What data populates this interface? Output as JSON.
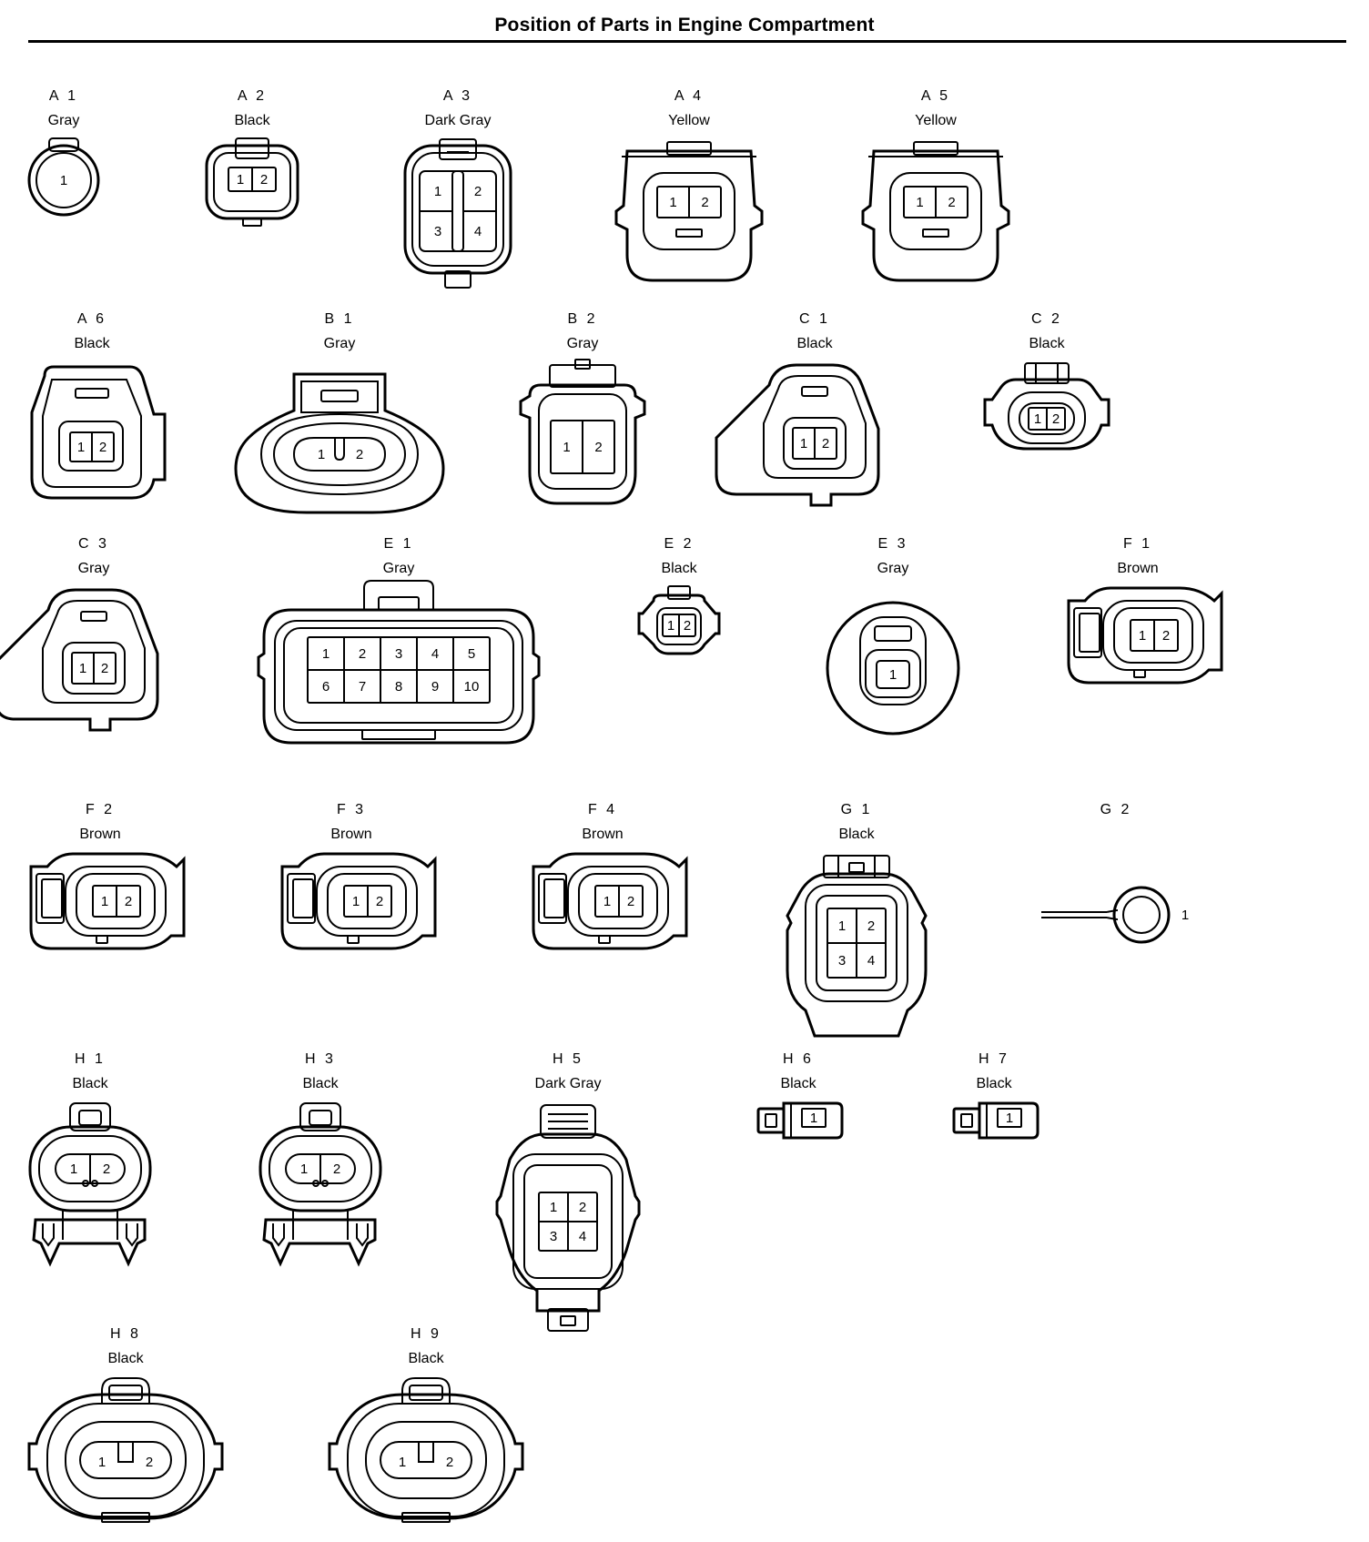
{
  "title": "Position of Parts in Engine Compartment",
  "connectors": [
    {
      "id": "A 1",
      "color": "Gray",
      "pins": [
        "1"
      ]
    },
    {
      "id": "A 2",
      "color": "Black",
      "pins": [
        "1",
        "2"
      ]
    },
    {
      "id": "A 3",
      "color": "Dark Gray",
      "pins": [
        "1",
        "2",
        "3",
        "4"
      ]
    },
    {
      "id": "A 4",
      "color": "Yellow",
      "pins": [
        "1",
        "2"
      ]
    },
    {
      "id": "A 5",
      "color": "Yellow",
      "pins": [
        "1",
        "2"
      ]
    },
    {
      "id": "A 6",
      "color": "Black",
      "pins": [
        "1",
        "2"
      ]
    },
    {
      "id": "B 1",
      "color": "Gray",
      "pins": [
        "1",
        "2"
      ]
    },
    {
      "id": "B 2",
      "color": "Gray",
      "pins": [
        "1",
        "2"
      ]
    },
    {
      "id": "C 1",
      "color": "Black",
      "pins": [
        "1",
        "2"
      ]
    },
    {
      "id": "C 2",
      "color": "Black",
      "pins": [
        "1",
        "2"
      ]
    },
    {
      "id": "C 3",
      "color": "Gray",
      "pins": [
        "1",
        "2"
      ]
    },
    {
      "id": "E 1",
      "color": "Gray",
      "pins": [
        "1",
        "2",
        "3",
        "4",
        "5",
        "6",
        "7",
        "8",
        "9",
        "10"
      ]
    },
    {
      "id": "E 2",
      "color": "Black",
      "pins": [
        "1",
        "2"
      ]
    },
    {
      "id": "E 3",
      "color": "Gray",
      "pins": [
        "1"
      ]
    },
    {
      "id": "F 1",
      "color": "Brown",
      "pins": [
        "1",
        "2"
      ]
    },
    {
      "id": "F 2",
      "color": "Brown",
      "pins": [
        "1",
        "2"
      ]
    },
    {
      "id": "F 3",
      "color": "Brown",
      "pins": [
        "1",
        "2"
      ]
    },
    {
      "id": "F 4",
      "color": "Brown",
      "pins": [
        "1",
        "2"
      ]
    },
    {
      "id": "G 1",
      "color": "Black",
      "pins": [
        "1",
        "2",
        "3",
        "4"
      ]
    },
    {
      "id": "G 2",
      "color": "",
      "pins": [
        "1"
      ]
    },
    {
      "id": "H 1",
      "color": "Black",
      "pins": [
        "1",
        "2"
      ]
    },
    {
      "id": "H 3",
      "color": "Black",
      "pins": [
        "1",
        "2"
      ]
    },
    {
      "id": "H 5",
      "color": "Dark Gray",
      "pins": [
        "1",
        "2",
        "3",
        "4"
      ]
    },
    {
      "id": "H 6",
      "color": "Black",
      "pins": [
        "1"
      ]
    },
    {
      "id": "H 7",
      "color": "Black",
      "pins": [
        "1"
      ]
    },
    {
      "id": "H 8",
      "color": "Black",
      "pins": [
        "1",
        "2"
      ]
    },
    {
      "id": "H 9",
      "color": "Black",
      "pins": [
        "1",
        "2"
      ]
    }
  ]
}
